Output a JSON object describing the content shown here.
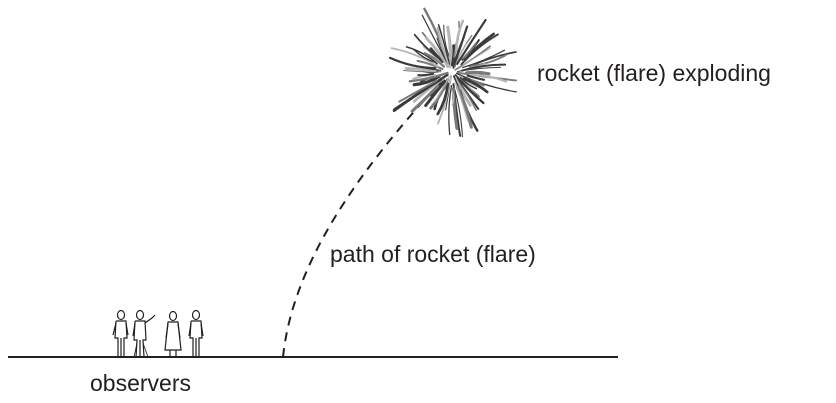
{
  "labels": {
    "explosion": "rocket (flare) exploding",
    "path": "path of rocket (flare)",
    "observers": "observers"
  },
  "colors": {
    "ink": "#231f20",
    "burst_dark": "#3a3a3a",
    "burst_mid": "#7a7a7a",
    "burst_light": "#b5b5b5",
    "background": "#ffffff"
  },
  "icons": [
    "firework-burst-icon",
    "person-icon"
  ]
}
